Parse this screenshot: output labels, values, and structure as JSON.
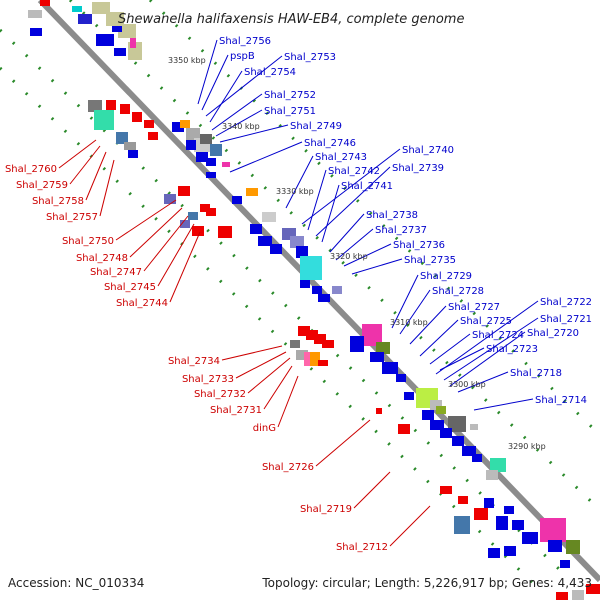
{
  "title": "Shewanella halifaxensis HAW-EB4, complete genome",
  "footer": {
    "accession": "Accession: NC_010334",
    "topology": "Topology: circular; Length: 5,226,917 bp; Genes: 4,433"
  },
  "colors": {
    "backbone": "#8c8c8c",
    "forward": "#0000dd",
    "reverse": "#ee0000",
    "tick": "#2a8a2a",
    "label_plus": "#0000cc",
    "label_minus": "#cc0000"
  },
  "kbp_marks": [
    {
      "text": "3350 kbp"
    },
    {
      "text": "3340 kbp"
    },
    {
      "text": "3330 kbp"
    },
    {
      "text": "3320 kbp"
    },
    {
      "text": "3310 kbp"
    },
    {
      "text": "3300 kbp"
    },
    {
      "text": "3290 kbp"
    }
  ],
  "gene_labels": {
    "plus": [
      "Shal_2756",
      "pspB",
      "Shal_2753",
      "Shal_2754",
      "Shal_2752",
      "Shal_2751",
      "Shal_2749",
      "Shal_2746",
      "Shal_2743",
      "Shal_2740",
      "Shal_2742",
      "Shal_2739",
      "Shal_2741",
      "Shal_2738",
      "Shal_2737",
      "Shal_2736",
      "Shal_2735",
      "Shal_2729",
      "Shal_2728",
      "Shal_2727",
      "Shal_2722",
      "Shal_2725",
      "Shal_2721",
      "Shal_2724",
      "Shal_2720",
      "Shal_2723",
      "Shal_2718",
      "Shal_2714"
    ],
    "minus": [
      "Shal_2760",
      "Shal_2759",
      "Shal_2758",
      "Shal_2757",
      "Shal_2750",
      "Shal_2748",
      "Shal_2747",
      "Shal_2745",
      "Shal_2744",
      "Shal_2734",
      "Shal_2733",
      "Shal_2732",
      "Shal_2731",
      "dinG",
      "Shal_2726",
      "Shal_2719",
      "Shal_2712"
    ]
  }
}
